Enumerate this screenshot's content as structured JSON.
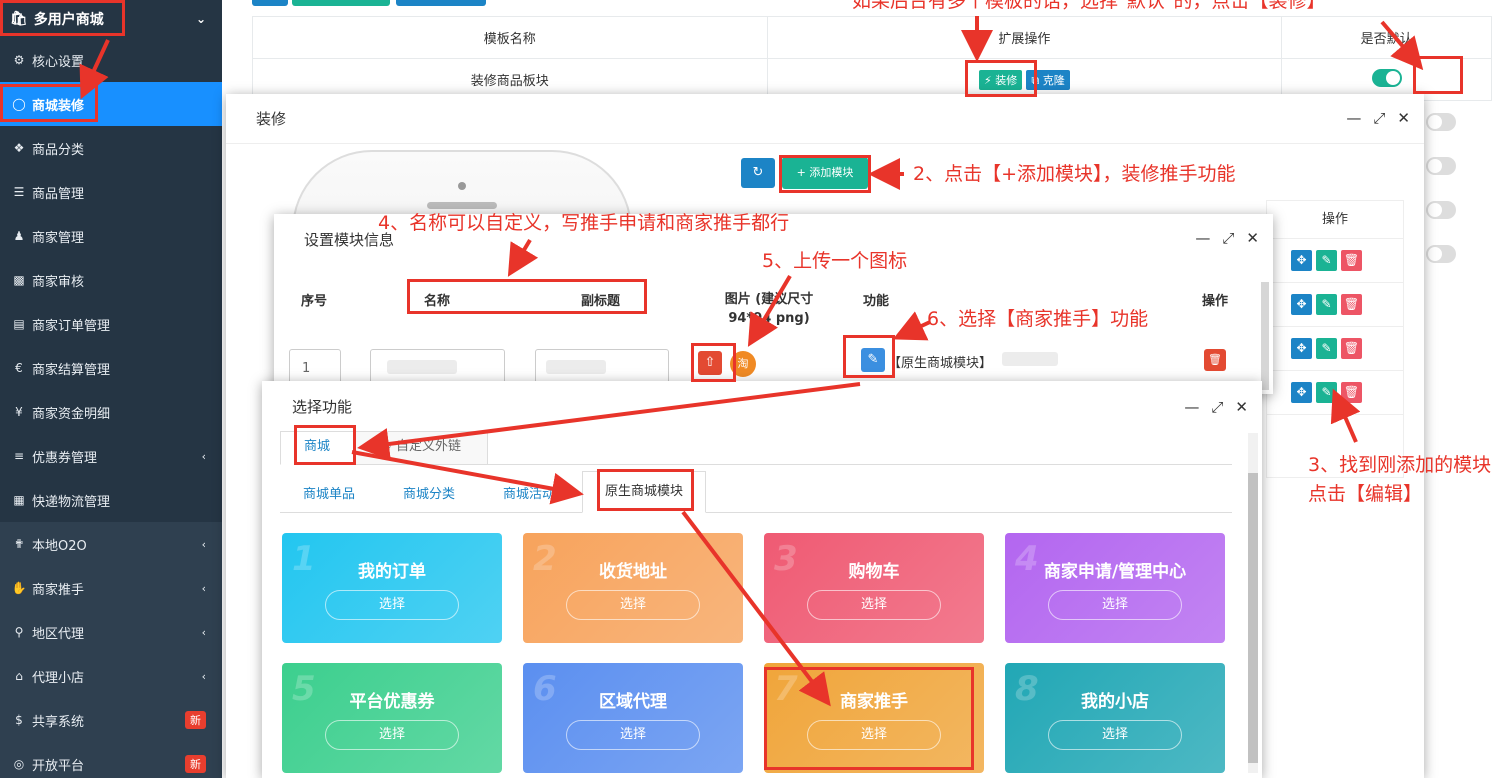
{
  "sidebar": {
    "header": "多用户商城",
    "items": [
      {
        "label": "核心设置",
        "icon": "cogs-icon"
      },
      {
        "label": "商城装修",
        "icon": "circle-icon"
      },
      {
        "label": "商品分类",
        "icon": "cubes-icon"
      },
      {
        "label": "商品管理",
        "icon": "barcode-icon"
      },
      {
        "label": "商家管理",
        "icon": "users-icon"
      },
      {
        "label": "商家审核",
        "icon": "id-card-icon"
      },
      {
        "label": "商家订单管理",
        "icon": "file-icon"
      },
      {
        "label": "商家结算管理",
        "icon": "euro-icon"
      },
      {
        "label": "商家资金明细",
        "icon": "yen-icon"
      },
      {
        "label": "优惠券管理",
        "icon": "list-icon"
      },
      {
        "label": "快递物流管理",
        "icon": "truck-icon"
      },
      {
        "label": "本地O2O",
        "icon": "pin-icon"
      },
      {
        "label": "商家推手",
        "icon": "hand-icon"
      },
      {
        "label": "地区代理",
        "icon": "map-marker-icon"
      },
      {
        "label": "代理小店",
        "icon": "bank-icon"
      },
      {
        "label": "共享系统",
        "icon": "dollar-icon",
        "badge": "新"
      },
      {
        "label": "开放平台",
        "icon": "open-icon",
        "badge": "新"
      }
    ]
  },
  "bg_table": {
    "headers": [
      "模板名称",
      "扩展操作",
      "是否默认"
    ],
    "row_name": "装修商品板块",
    "decorate_label": "装修",
    "clone_label": "克隆"
  },
  "decor_modal": {
    "title": "装修",
    "add_module_label": "+ 添加模块",
    "ops_header": "操作"
  },
  "module_modal": {
    "title": "设置模块信息",
    "headers": {
      "seq": "序号",
      "name": "名称",
      "subtitle": "副标题",
      "image": "图片 (建议尺寸 94*94 png)",
      "function": "功能",
      "ops": "操作"
    },
    "row": {
      "seq": "1",
      "function_text": "【原生商城模块】"
    }
  },
  "func_modal": {
    "title": "选择功能",
    "tabs": [
      "商城",
      "自定义外链"
    ],
    "subtabs": [
      "商城单品",
      "商城分类",
      "商城活动",
      "原生商城模块"
    ],
    "tiles": [
      {
        "num": "1",
        "title": "我的订单",
        "btn": "选择",
        "color": "#23c6f0"
      },
      {
        "num": "2",
        "title": "收货地址",
        "btn": "选择",
        "color": "#f7a35c"
      },
      {
        "num": "3",
        "title": "购物车",
        "btn": "选择",
        "color": "#ef5a73"
      },
      {
        "num": "4",
        "title": "商家申请/管理中心",
        "btn": "选择",
        "color": "#b366f0"
      },
      {
        "num": "5",
        "title": "平台优惠券",
        "btn": "选择",
        "color": "#3ccf8e"
      },
      {
        "num": "6",
        "title": "区域代理",
        "btn": "选择",
        "color": "#5b8ff0"
      },
      {
        "num": "7",
        "title": "商家推手",
        "btn": "选择",
        "color": "#f0a53a"
      },
      {
        "num": "8",
        "title": "我的小店",
        "btn": "选择",
        "color": "#21a7b5"
      }
    ]
  },
  "annotations": {
    "a1": "如果后台有多个模板的话，选择\"默认\"的，点击【装修】",
    "a2": "2、点击【+添加模块】，装修推手功能",
    "a3": "3、找到刚添加的模块点击【编辑】",
    "a4": "4、名称可以自定义，写推手申请和商家推手都行",
    "a5": "5、上传一个图标",
    "a6": "6、选择【商家推手】功能"
  }
}
